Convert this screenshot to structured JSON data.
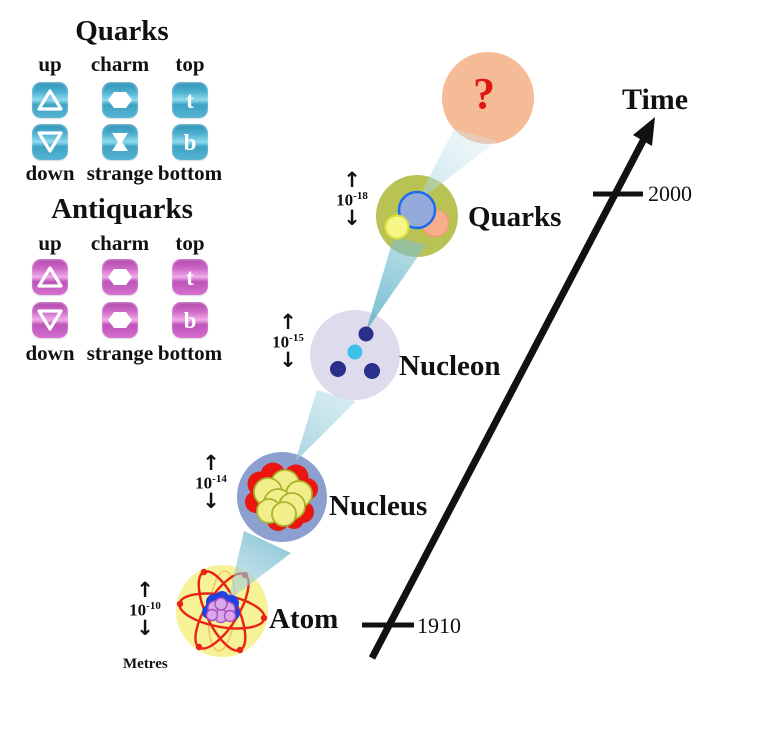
{
  "quarks_panel": {
    "title": "Quarks",
    "top_labels": [
      "up",
      "charm",
      "top"
    ],
    "bottom_labels": [
      "down",
      "strange",
      "bottom"
    ],
    "letter_top": "t",
    "letter_bottom": "b",
    "glyphs": [
      "triangle-up",
      "hexagon",
      "letter-t",
      "triangle-down",
      "hourglass",
      "letter-b"
    ],
    "icon_color": "#49acce"
  },
  "antiquarks_panel": {
    "title": "Antiquarks",
    "top_labels": [
      "up",
      "charm",
      "top"
    ],
    "bottom_labels": [
      "down",
      "strange",
      "bottom"
    ],
    "letter_top": "t",
    "letter_bottom": "b",
    "glyphs": [
      "triangle-up",
      "hexagon",
      "letter-t",
      "triangle-down",
      "hexagon",
      "letter-b"
    ],
    "icon_color": "#c760c2"
  },
  "zoom_sequence": {
    "unknown_symbol": "?",
    "levels": [
      {
        "label": "Quarks",
        "scale_base": "10",
        "scale_exponent": "-18"
      },
      {
        "label": "Nucleon",
        "scale_base": "10",
        "scale_exponent": "-15"
      },
      {
        "label": "Nucleus",
        "scale_base": "10",
        "scale_exponent": "-14"
      },
      {
        "label": "Atom",
        "scale_base": "10",
        "scale_exponent": "-10"
      }
    ],
    "unit_label": "Metres",
    "up_arrow": "↑",
    "down_arrow": "↓"
  },
  "timeline": {
    "axis_label": "Time",
    "tick_top": "2000",
    "tick_bottom": "1910"
  },
  "colors": {
    "unknown_circle": "#f5bb96",
    "question_mark": "#e01612",
    "quarks_bubble": "#b9c353",
    "nucleon_circle": "#dedcec",
    "nucleus_circle": "#8ca0d0",
    "atom_circle": "#f7f295",
    "orbit_red": "#e92318",
    "beam_teal": "#6fbcce",
    "timeline_black": "#111111"
  }
}
